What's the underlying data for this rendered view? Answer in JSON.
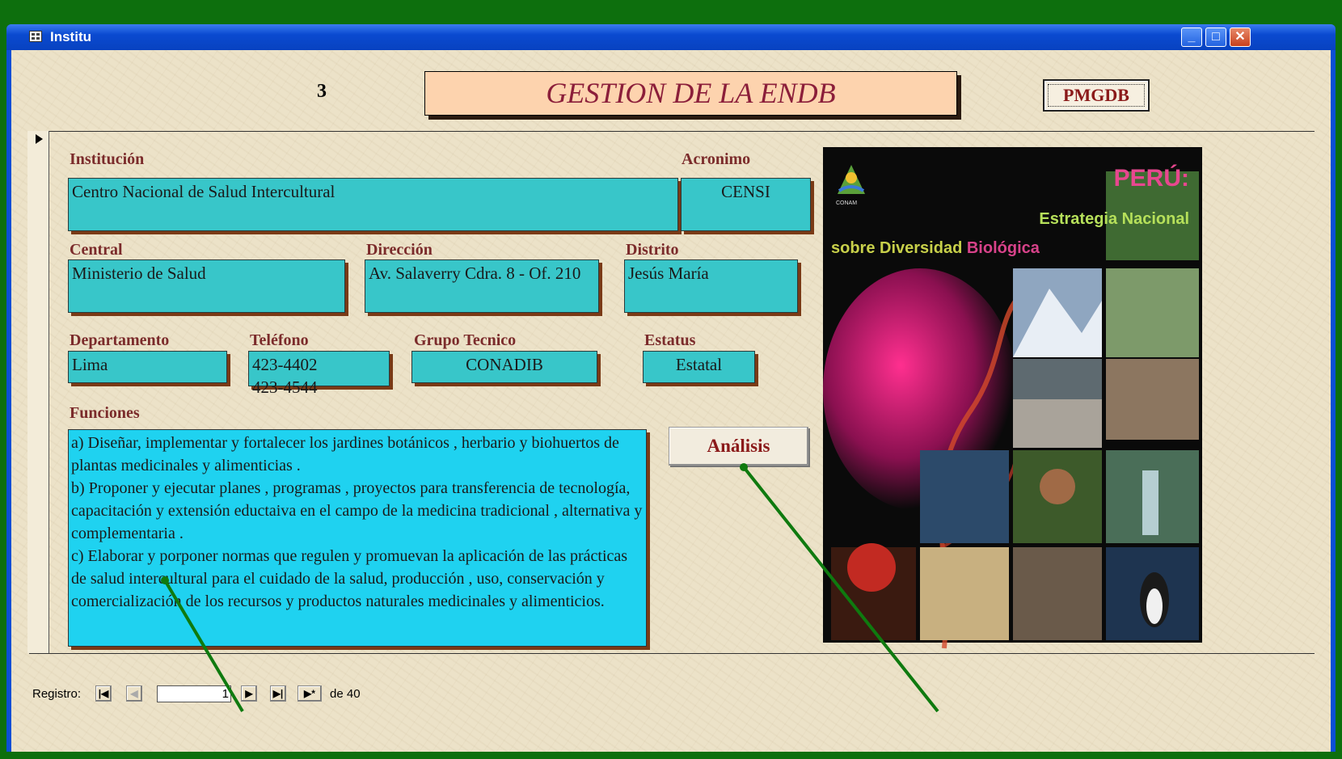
{
  "window": {
    "title": "Institu"
  },
  "header": {
    "record_number": "3",
    "banner": "GESTION DE LA ENDB",
    "pmgdb_button": "PMGDB"
  },
  "fields": {
    "institucion": {
      "label": "Institución",
      "value": "Centro Nacional de Salud Intercultural"
    },
    "acronimo": {
      "label": "Acronimo",
      "value": "CENSI"
    },
    "central": {
      "label": "Central",
      "value": "Ministerio de Salud"
    },
    "direccion": {
      "label": "Dirección",
      "value": "Av. Salaverry Cdra. 8 - Of. 210"
    },
    "distrito": {
      "label": "Distrito",
      "value": "Jesús María"
    },
    "departamento": {
      "label": "Departamento",
      "value": "Lima"
    },
    "telefono": {
      "label": "Teléfono",
      "value": "423-4402\n423-4544"
    },
    "grupo_tecnico": {
      "label": "Grupo Tecnico",
      "value": "CONADIB"
    },
    "estatus": {
      "label": "Estatus",
      "value": "Estatal"
    },
    "funciones": {
      "label": "Funciones",
      "value": "a) Diseñar, implementar y fortalecer los jardines botánicos , herbario y biohuertos de plantas medicinales y alimenticias .\nb) Proponer y ejecutar planes , programas , proyectos para transferencia de tecnología, capacitación y extensión eductaiva en el campo de la medicina tradicional , alternativa y complementaria .\nc) Elaborar y porponer normas que regulen y promuevan la aplicación de las prácticas de salud intercultural para el cuidado de la salud, producción , uso, conservación y comercialización de los recursos y productos naturales medicinales y alimenticios."
    }
  },
  "analisis_button": "Análisis",
  "poster": {
    "title": "PERÚ:",
    "line1": "Estrategia Nacional",
    "line2_a": "sobre Diversidad",
    "line2_b": "Biológica",
    "logo_text": "CONAM"
  },
  "navigation": {
    "label": "Registro:",
    "current": "1",
    "total_label": "de 40"
  },
  "colors": {
    "field_bg": "#38c6c9",
    "funciones_bg": "#1fd2f0",
    "label_color": "#7b2b2b",
    "banner_bg": "#fdd3ae",
    "frame_border": "#0d6f0d"
  }
}
